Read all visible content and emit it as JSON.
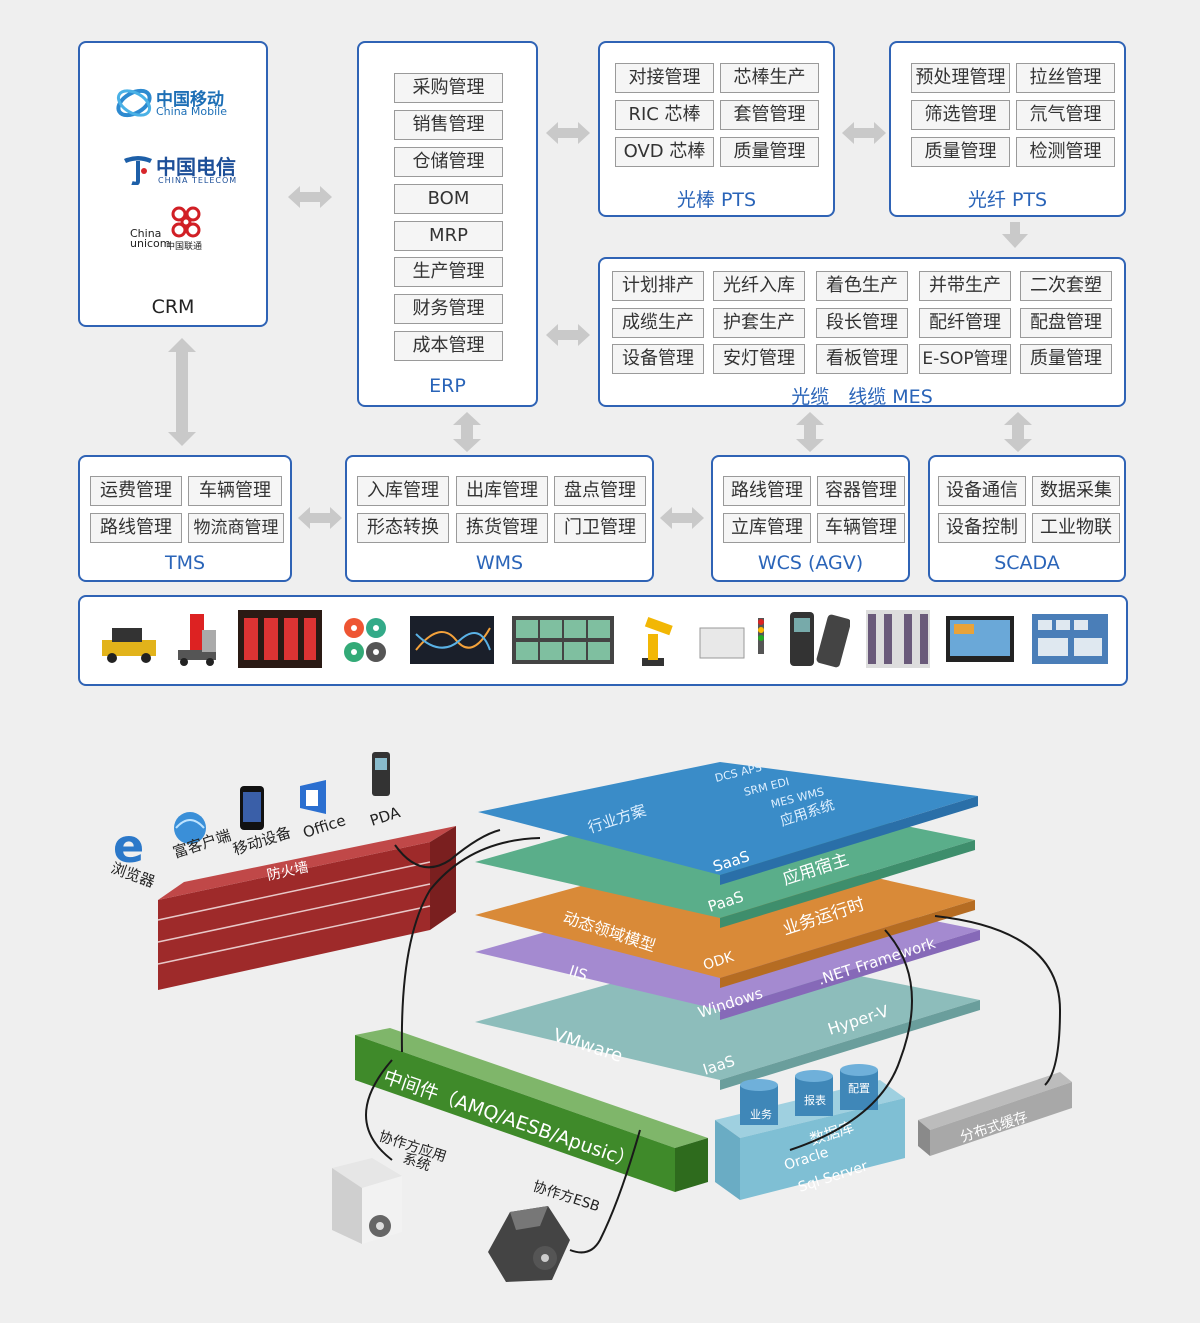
{
  "crm": {
    "title": "CRM",
    "logos": [
      {
        "cn": "中国移动",
        "en": "China Mobile",
        "icon": "china-mobile-logo"
      },
      {
        "cn": "中国电信",
        "en": "CHINA TELECOM",
        "icon": "china-telecom-logo"
      },
      {
        "cn": "中国联通",
        "en": "China unicom",
        "icon": "china-unicom-logo"
      }
    ]
  },
  "erp": {
    "title": "ERP",
    "items": [
      "采购管理",
      "销售管理",
      "仓储管理",
      "BOM",
      "MRP",
      "生产管理",
      "财务管理",
      "成本管理"
    ]
  },
  "rod_pts": {
    "title": "光棒 PTS",
    "items": [
      "对接管理",
      "芯棒生产",
      "RIC 芯棒",
      "套管管理",
      "OVD 芯棒",
      "质量管理"
    ]
  },
  "fiber_pts": {
    "title": "光纤 PTS",
    "items": [
      "预处理管理",
      "拉丝管理",
      "筛选管理",
      "氘气管理",
      "质量管理",
      "检测管理"
    ]
  },
  "mes": {
    "title": "光缆　线缆 MES",
    "items": [
      "计划排产",
      "光纤入库",
      "着色生产",
      "并带生产",
      "二次套塑",
      "成缆生产",
      "护套生产",
      "段长管理",
      "配纤管理",
      "配盘管理",
      "设备管理",
      "安灯管理",
      "看板管理",
      "E-SOP管理",
      "质量管理"
    ]
  },
  "tms": {
    "title": "TMS",
    "items": [
      "运费管理",
      "车辆管理",
      "路线管理",
      "物流商管理"
    ]
  },
  "wms": {
    "title": "WMS",
    "items": [
      "入库管理",
      "出库管理",
      "盘点管理",
      "形态转换",
      "拣货管理",
      "门卫管理"
    ]
  },
  "wcs": {
    "title": "WCS (AGV)",
    "items": [
      "路线管理",
      "容器管理",
      "立库管理",
      "车辆管理"
    ]
  },
  "scada": {
    "title": "SCADA",
    "items": [
      "设备通信",
      "数据采集",
      "设备控制",
      "工业物联"
    ]
  },
  "devices": [
    "agv-icon",
    "forklift-icon",
    "led-board-icon",
    "spools-icon",
    "chart-screen-icon",
    "video-wall-icon",
    "robot-arm-icon",
    "plc-io-icon",
    "handheld-scanner-icon",
    "warehouse-rack-icon",
    "touch-panel-icon",
    "hmi-screen-icon"
  ],
  "arch": {
    "clients": [
      "浏览器",
      "富客户端",
      "移动设备",
      "Office",
      "PDA"
    ],
    "firewall": "防火墙",
    "saas": {
      "name": "SaaS",
      "industry": "行业方案",
      "app": "应用系统",
      "tags": [
        "DCS APS",
        "SRM EDI",
        "MES WMS"
      ]
    },
    "paas": {
      "name": "PaaS",
      "host": "应用宿主"
    },
    "biz": {
      "model": "动态领域模型",
      "odk": "ODK",
      "runtime": "业务运行时"
    },
    "platform": {
      "iis": "IIS",
      "windows": "Windows",
      "dotnet": ".NET Framework"
    },
    "iaas": {
      "name": "IaaS",
      "vmware": "VMware",
      "hyperv": "Hyper-V"
    },
    "middleware": "中间件（AMQ/AESB/Apusic）",
    "db": {
      "items": [
        "业务",
        "报表",
        "配置"
      ],
      "label": "数据库",
      "oracle": "Oracle",
      "sql": "Sql Server"
    },
    "cache": "分布式缓存",
    "partner_app": [
      "协作方应用",
      "系统"
    ],
    "partner_esb": "协作方ESB"
  }
}
